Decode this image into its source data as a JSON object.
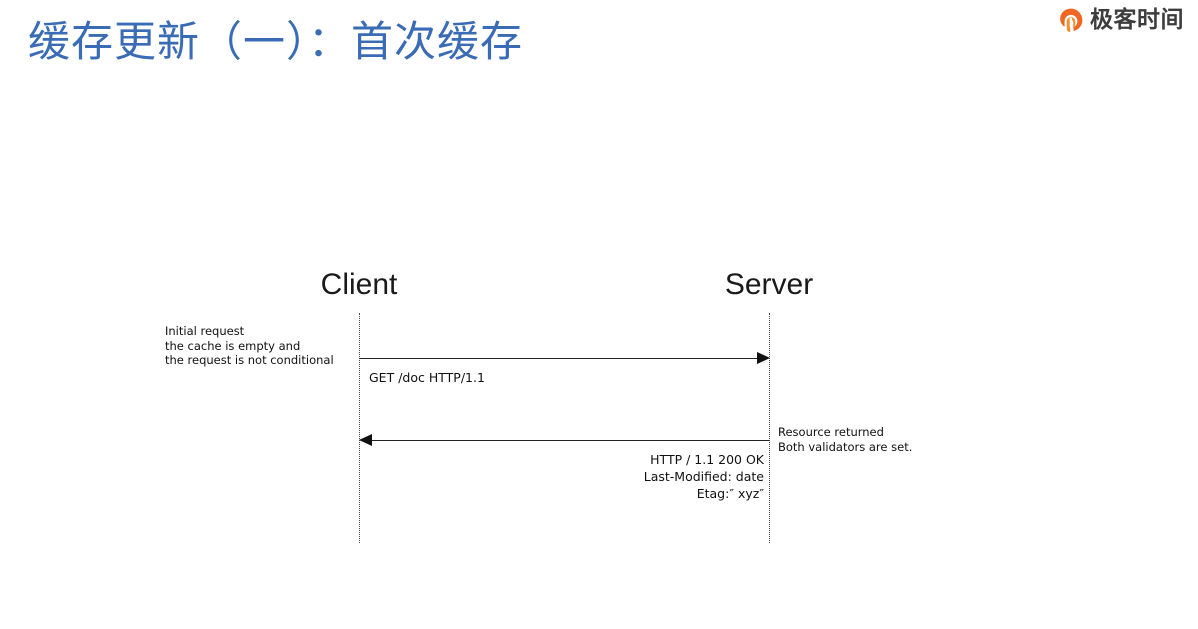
{
  "slide": {
    "title": "缓存更新（一）：首次缓存"
  },
  "brand": {
    "name": "极客时间",
    "mark_icon": "geektime-logo-icon",
    "accent_color": "#ef6723",
    "text_color": "#3d3d3d"
  },
  "diagram": {
    "type": "sequence-diagram",
    "actors": [
      {
        "id": "client",
        "label": "Client"
      },
      {
        "id": "server",
        "label": "Server"
      }
    ],
    "messages": [
      {
        "id": "request",
        "direction": "client-to-server",
        "text": "GET  /doc  HTTP/1.1",
        "note_side": "left",
        "note": "Initial request\nthe cache is empty and\nthe request is not conditional"
      },
      {
        "id": "response",
        "direction": "server-to-client",
        "text": "HTTP / 1.1  200  OK\nLast-Modified:  date\nEtag:″ xyz″",
        "note_side": "right",
        "note": "Resource returned\nBoth validators are set."
      }
    ]
  },
  "colors": {
    "title_blue": "#3a6bb5",
    "diagram_black": "#111111",
    "lifeline_gray": "#4a4a4a",
    "background": "#ffffff"
  }
}
